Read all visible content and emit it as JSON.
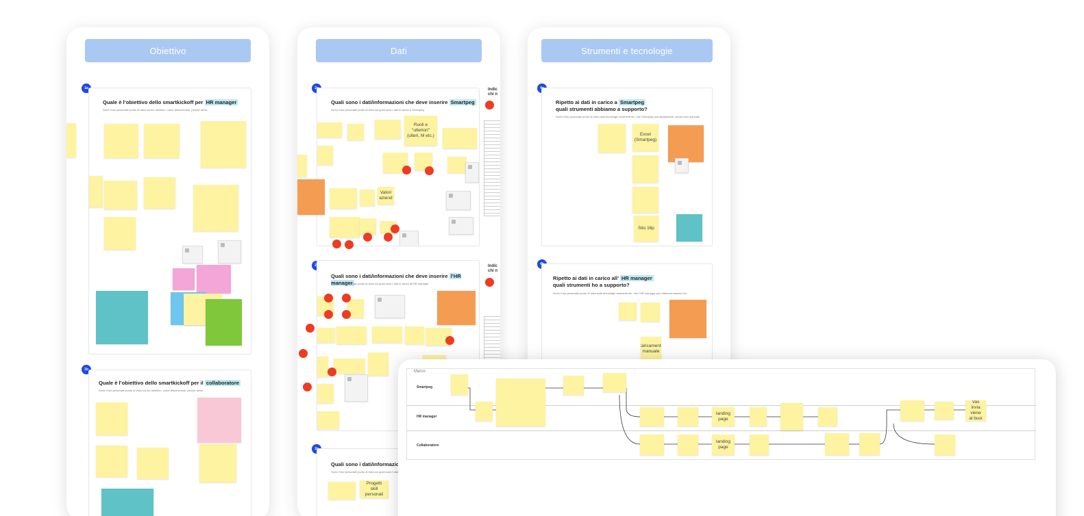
{
  "boards": {
    "obiettivo": {
      "header": "Obiettivo",
      "frame1": {
        "num": "1a",
        "q_pre": "Quale è l’obiettivo dello smartkickoff per",
        "q_hl": "HR manager",
        "sub": "Scrivi il tuo personale punto di vista sul tuo obiettivo, come descriveresti, perché serve."
      },
      "frame2": {
        "num": "1b",
        "q_pre": "Quale è l’obiettivo dello smartkickoff per il",
        "q_hl": "collaboratore",
        "sub": "Scrivi il tuo personale punto di vista sul tuo obiettivo, come descriveresti, perché serve."
      }
    },
    "dati": {
      "header": "Dati",
      "frame1": {
        "num": "2a",
        "q_pre": "Quali sono i dati/informazioni che deve inserire",
        "q_hl": "Smartpeg",
        "sub": "Scrivi il tuo personale punto di vista sul quali sono i dati in carico a Smartpeg"
      },
      "frame2": {
        "num": "2b",
        "q_pre": "Quali sono i dati/informazioni che deve inserire",
        "q_hl": "l’HR manager",
        "sub": "Scrivi il tuo personale punto di vista sul quali sono i dati in carico all’HR manager"
      },
      "frame3": {
        "num": "2c",
        "q_pre": "Quali sono i dati/informazioni c",
        "sub": "Scrivi il tuo personale punto di vista sul quali sono i dati"
      },
      "side_label": "Indic chi n",
      "notes": {
        "n1": "Ruoli e \"ulteriori\" (ulteri, M etc.)",
        "n2": "Valori aziend",
        "n3": "Progetti skill personali"
      }
    },
    "strumenti": {
      "header": "Strumenti e tecnologie",
      "frame1": {
        "num": "4a",
        "q_pre": "Ripetto ai dati in carico a",
        "q_hl": "Smartpeg",
        "q_post": "quali strumenti abbiamo a supporto?",
        "sub": "Scrivi il tuo personale punto di vista sulle tecnologie strumenti etc. che Smartpeg usa attualmente, anche solo manuale"
      },
      "frame2": {
        "num": "4b",
        "q_pre": "Ripetto ai dati in carico all’",
        "q_hl": "HR manager",
        "q_post": "quali strumenti ho a supporto?",
        "sub": "Scrivi il tuo personale punto di vista sulle tecnologie strumenti etc. che l’HR manager può utilizzare adesso nel"
      },
      "notes": {
        "excel": "Excel (Smartpeg)",
        "sito": "Sito 16p",
        "caricamento": "Caricamento manuale"
      }
    }
  },
  "flowchart": {
    "title": "Marco",
    "lanes": [
      "Smartpeg",
      "HR manager",
      "Collaboratore"
    ],
    "landing_labels": [
      "landing page",
      "landing page"
    ],
    "end_note": "Vas invia viene al buoi"
  },
  "colors": {
    "header": "#a9c9f3",
    "yellow": "#fdf3a0",
    "orange": "#f59c53",
    "teal": "#5ec2c6",
    "red_dot": "#ee3b22",
    "number": "#1f49e0"
  }
}
